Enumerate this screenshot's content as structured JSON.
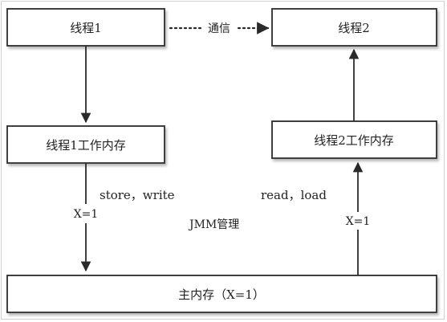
{
  "nodes": {
    "thread1": {
      "label": "线程1"
    },
    "thread2": {
      "label": "线程2"
    },
    "thread1_memory": {
      "label": "线程1工作内存"
    },
    "thread2_memory": {
      "label": "线程2工作内存"
    },
    "main_memory": {
      "label": "主内存（X=1）"
    }
  },
  "edges": {
    "communication": {
      "label": "通信"
    },
    "store_write": {
      "label": "store，write"
    },
    "read_load": {
      "label": "read，load"
    },
    "left_value": {
      "label": "X=1"
    },
    "right_value": {
      "label": "X=1"
    }
  },
  "annotations": {
    "jmm": {
      "label": "JMM管理"
    }
  },
  "colors": {
    "stroke": "#2a2a2a",
    "text": "#222222",
    "background": "#ffffff",
    "shadow": "#bdbdbd"
  }
}
